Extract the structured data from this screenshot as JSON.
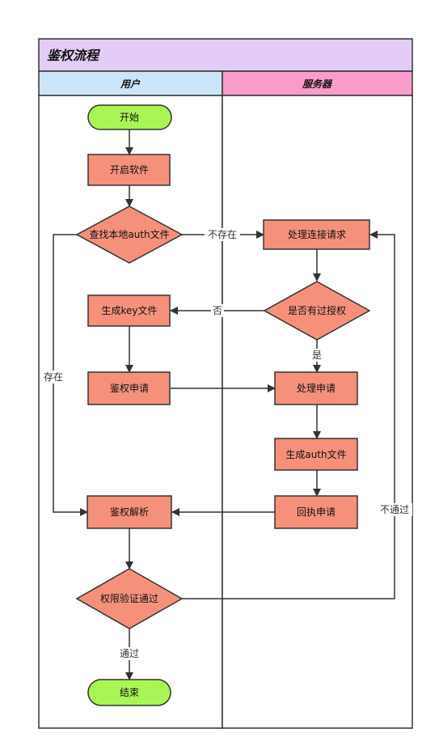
{
  "diagram": {
    "title": "鉴权流程",
    "lanes": {
      "user": "用户",
      "server": "服务器"
    },
    "colors": {
      "title_bg": "#e3cdf7",
      "lane_user_bg": "#cde5f9",
      "lane_server_bg": "#fb9bcb",
      "process": "#f5917b",
      "terminal": "#a9f554",
      "stroke": "#333333"
    },
    "nodes": {
      "start": "开始",
      "open_app": "开启软件",
      "check_auth": "查找本地auth文件",
      "gen_key": "生成key文件",
      "auth_request": "鉴权申请",
      "parse_auth": "鉴权解析",
      "perm_check": "权限验证通过",
      "end": "结束",
      "handle_conn": "处理连接请求",
      "authorized_check": "是否有过授权",
      "handle_request": "处理申请",
      "gen_auth": "生成auth文件",
      "receipt": "回执申请"
    },
    "edges": {
      "not_exist": "不存在",
      "exist": "存在",
      "no": "否",
      "yes": "是",
      "pass": "通过",
      "not_pass": "不通过"
    }
  }
}
